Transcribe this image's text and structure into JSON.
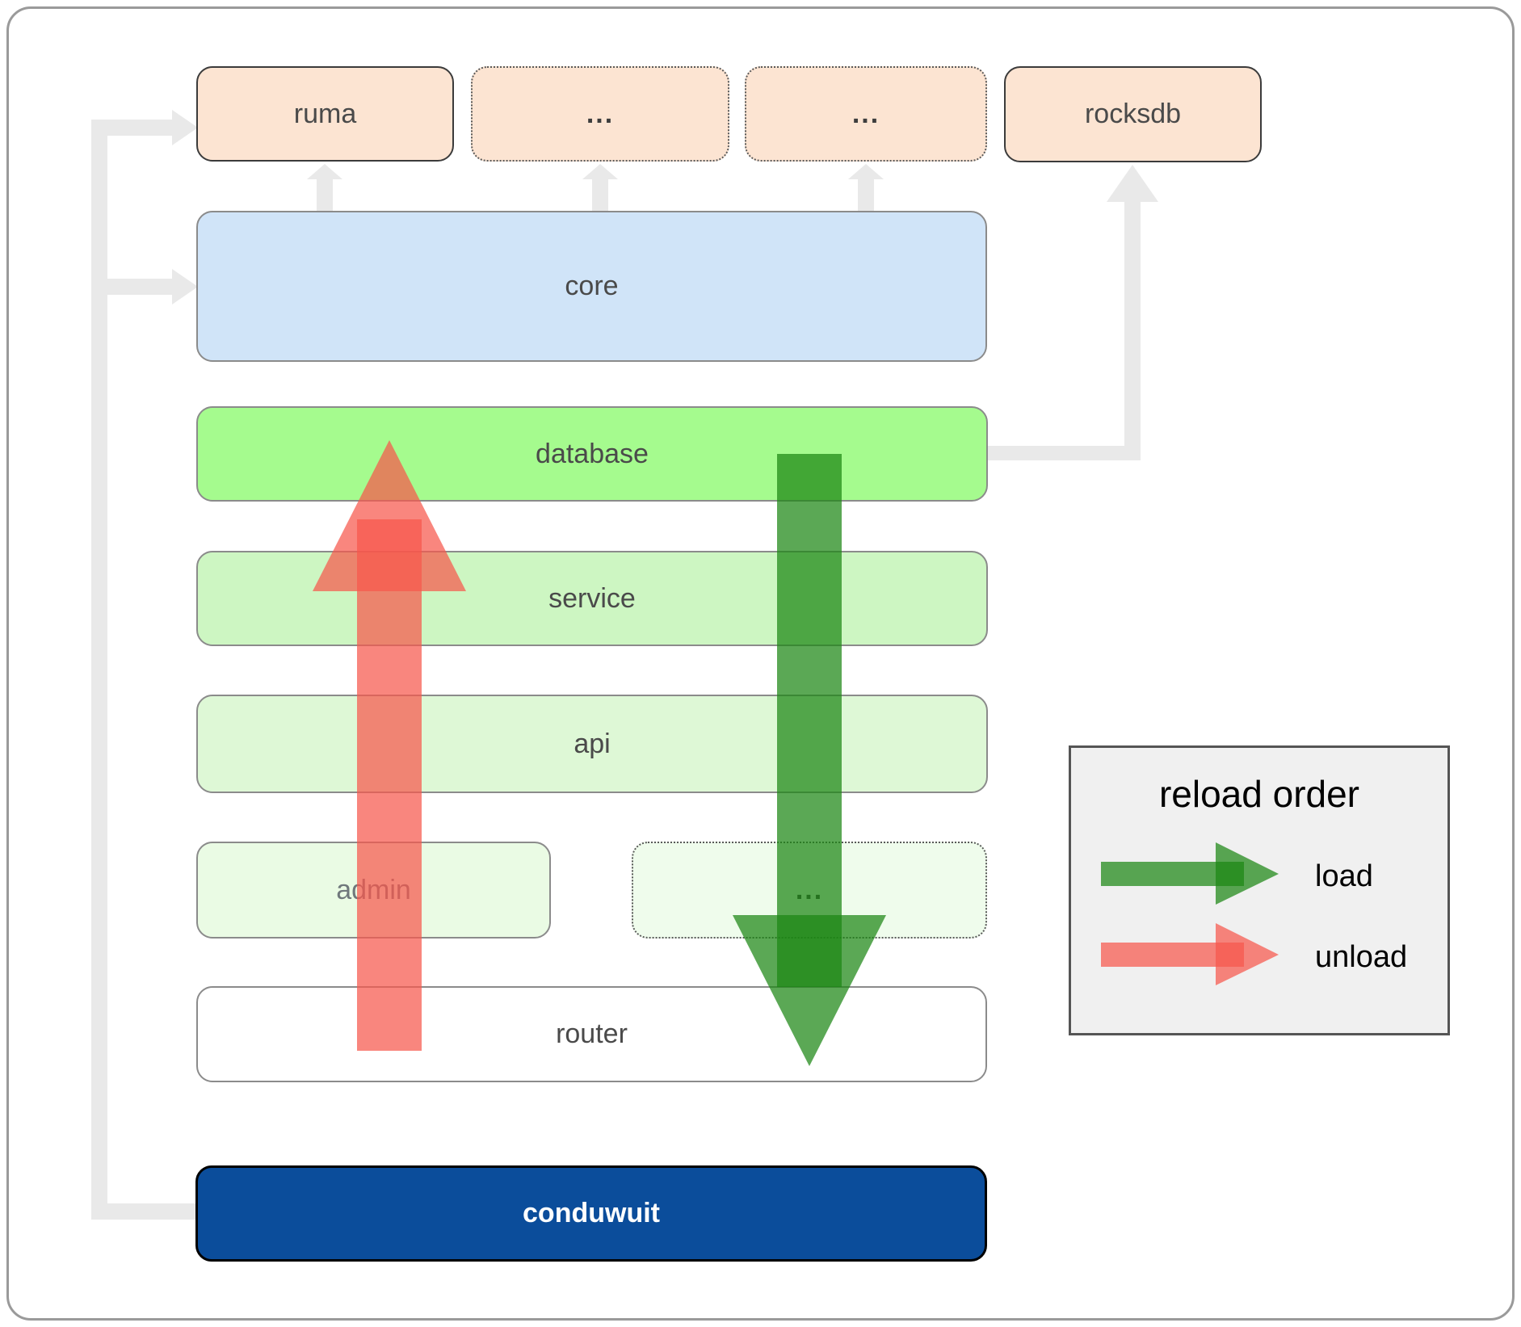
{
  "nodes": {
    "ruma": {
      "label": "ruma"
    },
    "crates_top_1": {
      "label": "..."
    },
    "crates_top_2": {
      "label": "..."
    },
    "rocksdb": {
      "label": "rocksdb"
    },
    "core": {
      "label": "core"
    },
    "database": {
      "label": "database"
    },
    "service": {
      "label": "service"
    },
    "api": {
      "label": "api"
    },
    "admin": {
      "label": "admin"
    },
    "admin_more": {
      "label": "..."
    },
    "router": {
      "label": "router"
    },
    "conduwuit": {
      "label": "conduwuit"
    }
  },
  "legend": {
    "title": "reload order",
    "items": [
      {
        "label": "load",
        "color": "#1c8714"
      },
      {
        "label": "unload",
        "color": "#f7584c"
      }
    ]
  },
  "colors": {
    "top_box_fill": "#fce4d2",
    "core_fill": "#d0e4f8",
    "database_fill": "#a5fb8e",
    "service_fill": "#cdf6c2",
    "api_fill": "#def8d6",
    "admin_fill": "#eafbe4",
    "admin_more_fill": "#effcec",
    "router_fill": "#ffffff",
    "conduwuit_fill": "#0b4d9b",
    "connector_gray": "#e9e9e9",
    "load_arrow": "#1c8714",
    "unload_arrow": "#f7584c",
    "legend_bg": "#f0f0f0"
  }
}
